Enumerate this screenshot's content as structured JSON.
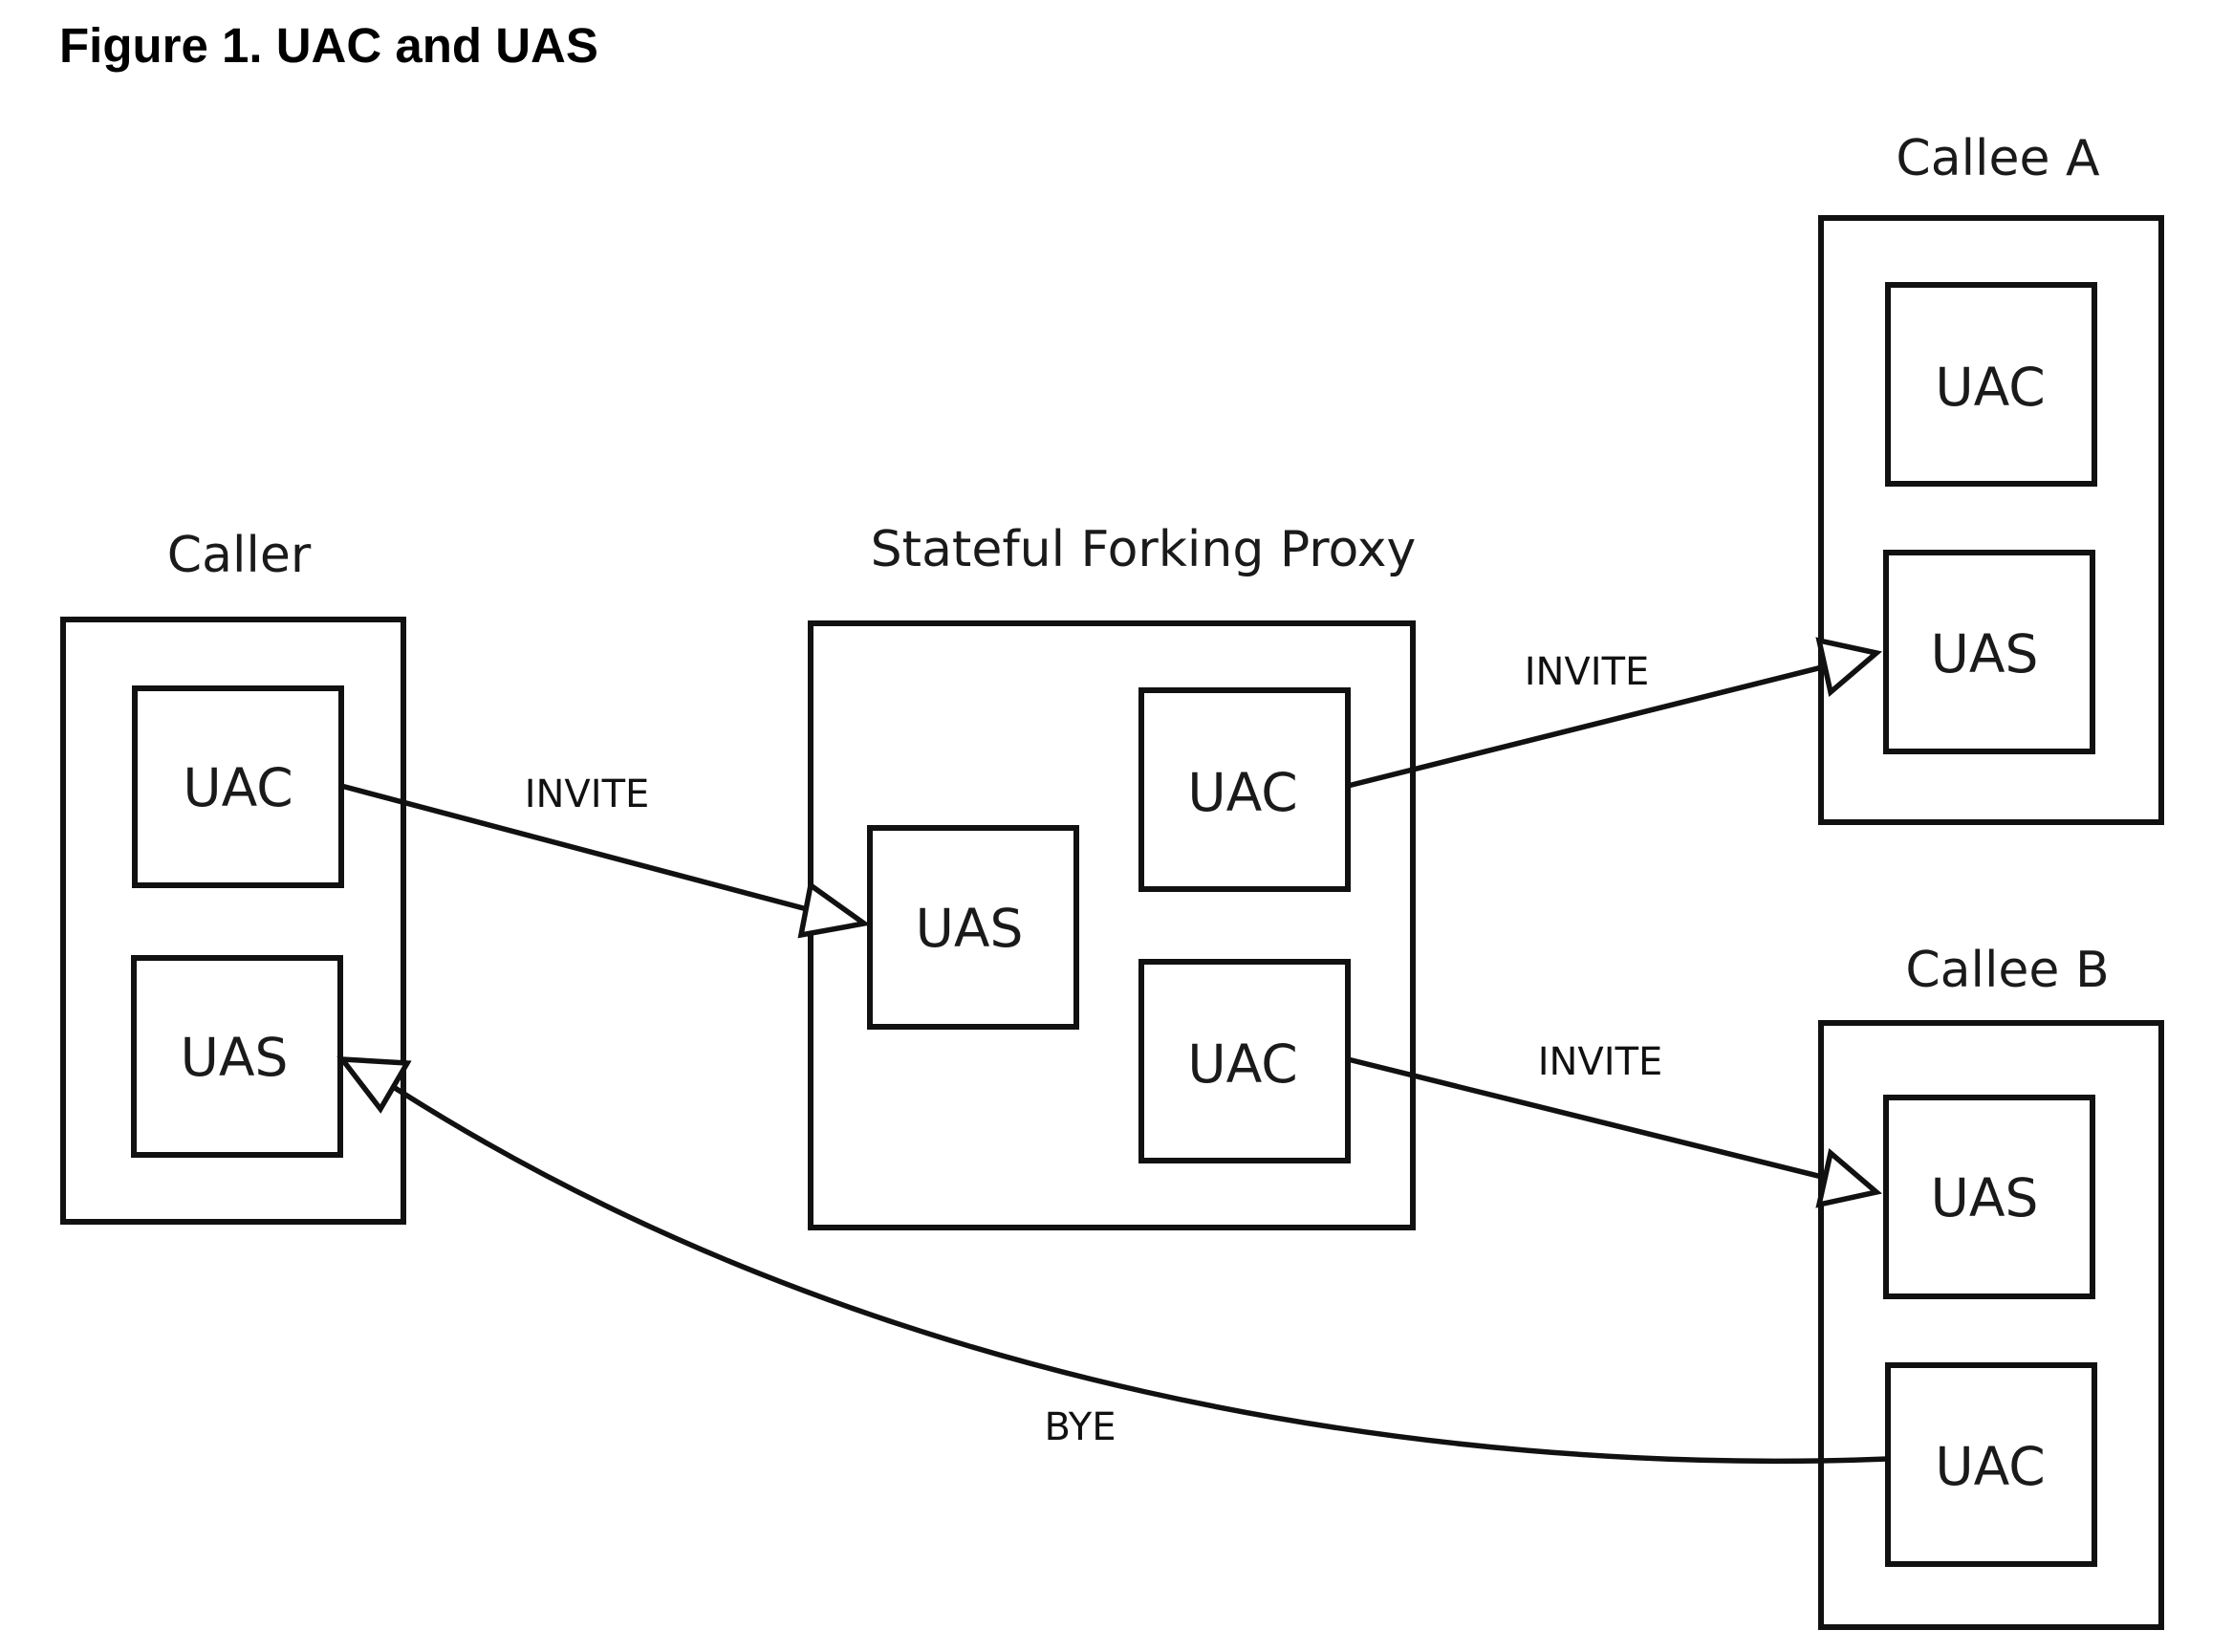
{
  "title": "Figure 1. UAC and UAS",
  "entities": {
    "caller": {
      "label": "Caller",
      "uac": "UAC",
      "uas": "UAS"
    },
    "proxy": {
      "label": "Stateful Forking Proxy",
      "uas": "UAS",
      "uac_top": "UAC",
      "uac_bottom": "UAC"
    },
    "callee_a": {
      "label": "Callee A",
      "uac": "UAC",
      "uas": "UAS"
    },
    "callee_b": {
      "label": "Callee B",
      "uas": "UAS",
      "uac": "UAC"
    }
  },
  "messages": {
    "caller_to_proxy": "INVITE",
    "proxy_to_callee_a": "INVITE",
    "proxy_to_callee_b": "INVITE",
    "callee_b_to_caller": "BYE"
  },
  "colors": {
    "stroke": "#111111",
    "background": "#ffffff"
  }
}
